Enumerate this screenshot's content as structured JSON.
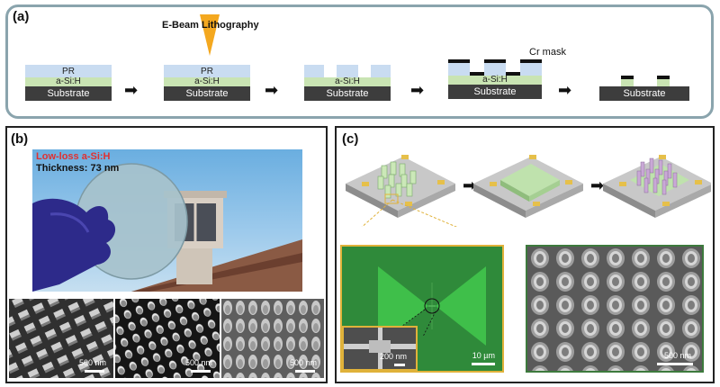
{
  "panel_a": {
    "label": "(a)",
    "ebeam_label": "E-Beam Lithography",
    "cr_mask_label": "Cr mask",
    "steps": [
      {
        "pr": "PR",
        "si": "a-Si:H",
        "substrate": "Substrate"
      },
      {
        "pr": "PR",
        "si": "a-Si:H",
        "substrate": "Substrate"
      },
      {
        "si": "a-Si:H",
        "substrate": "Substrate"
      },
      {
        "si": "a-Si:H",
        "substrate": "Substrate"
      },
      {
        "substrate": "Substrate"
      }
    ]
  },
  "panel_b": {
    "label": "(b)",
    "title": "Low-loss a-Si:H",
    "thickness": "Thickness: 73 nm",
    "scalebars": [
      "500 nm",
      "500 nm",
      "500 nm"
    ]
  },
  "panel_c": {
    "label": "(c)",
    "scalebars": [
      "200 nm",
      "10 µm",
      "500 nm"
    ]
  },
  "colors": {
    "frame_a": "#8aa4ad",
    "pr": "#c9dcf1",
    "si": "#c9e4b3",
    "substrate": "#3d3d3d",
    "mask": "#111111",
    "ebeam": "#f4a81f",
    "sem_green": "#2f8a3a",
    "outline_yellow": "#e0b23a",
    "outline_green": "#3d7a3d"
  }
}
